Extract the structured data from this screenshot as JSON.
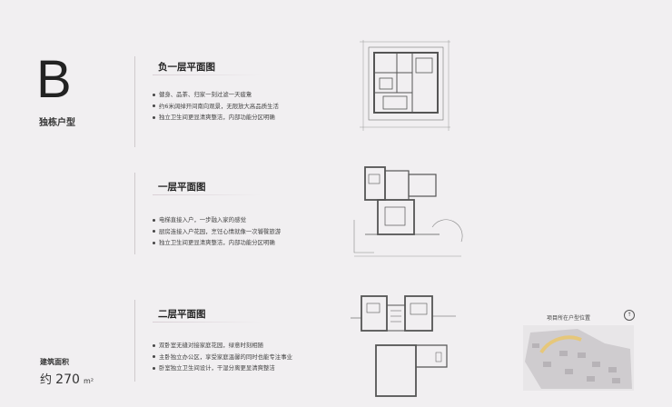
{
  "unit_type": {
    "letter": "B",
    "label": "独栋户型"
  },
  "area": {
    "label": "建筑面积",
    "prefix": "约",
    "value": "270",
    "unit": "m²"
  },
  "sections": [
    {
      "title": "负一层平面图",
      "bullets": [
        "健身、品茶、归家一刻过滤一天疲惫",
        "约6米阔绰开间南向观景，无限放大高品质生活",
        "独立卫生间更显清爽整洁，内部功能分区明确"
      ]
    },
    {
      "title": "一层平面图",
      "bullets": [
        "电梯直接入户，一步融入家的感觉",
        "厨房连接入户花园，烹饪心情就像一次饕餮旅游",
        "独立卫生间更显清爽整洁，内部功能分区明确"
      ]
    },
    {
      "title": "二层平面图",
      "bullets": [
        "双卧室无缝对接家庭花园，绿意时刻相随",
        "主卧独立办公区，享受家庭温馨的同时也能专注事业",
        "卧室独立卫生间设计，干湿分离更显清爽整洁"
      ]
    }
  ],
  "location_map": {
    "caption": "项目所在户型位置",
    "pin_icon": "compass-icon"
  },
  "colors": {
    "background": "#f1eff1",
    "accent_highlight": "#e6c77a"
  }
}
